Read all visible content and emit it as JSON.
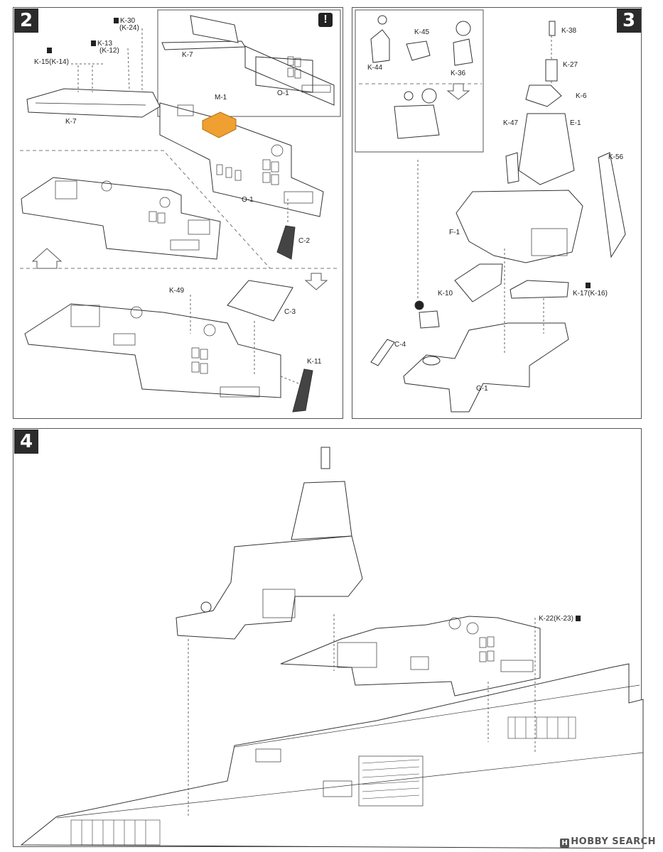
{
  "steps": {
    "s2": {
      "number": "2"
    },
    "s3": {
      "number": "3"
    },
    "s4": {
      "number": "4"
    }
  },
  "notice": {
    "glyph": "!"
  },
  "labels": {
    "k30": "K-30",
    "k24": "(K-24)",
    "k13": "K-13",
    "k12": "(K-12)",
    "k15": "K-15(K-14)",
    "k7a": "K-7",
    "k7b": "K-7",
    "m1": "M-1",
    "o1a": "O-1",
    "o1b": "O-1",
    "c2": "C-2",
    "k49": "K-49",
    "c3": "C-3",
    "k11": "K-11",
    "k44": "K-44",
    "k45": "K-45",
    "k36": "K-36",
    "k38": "K-38",
    "k27": "K-27",
    "k6": "K-6",
    "k47": "K-47",
    "e1": "E-1",
    "k56": "K-56",
    "f1": "F-1",
    "k10": "K-10",
    "k17": "K-17(K-16)",
    "c4": "C-4",
    "g1": "G-1",
    "k22": "K-22(K-23)"
  },
  "watermark": {
    "logo": "H",
    "text": "HOBBY SEARCH"
  },
  "colors": {
    "highlight": "#f0a030",
    "line": "#333333",
    "panel_border": "#555555"
  }
}
